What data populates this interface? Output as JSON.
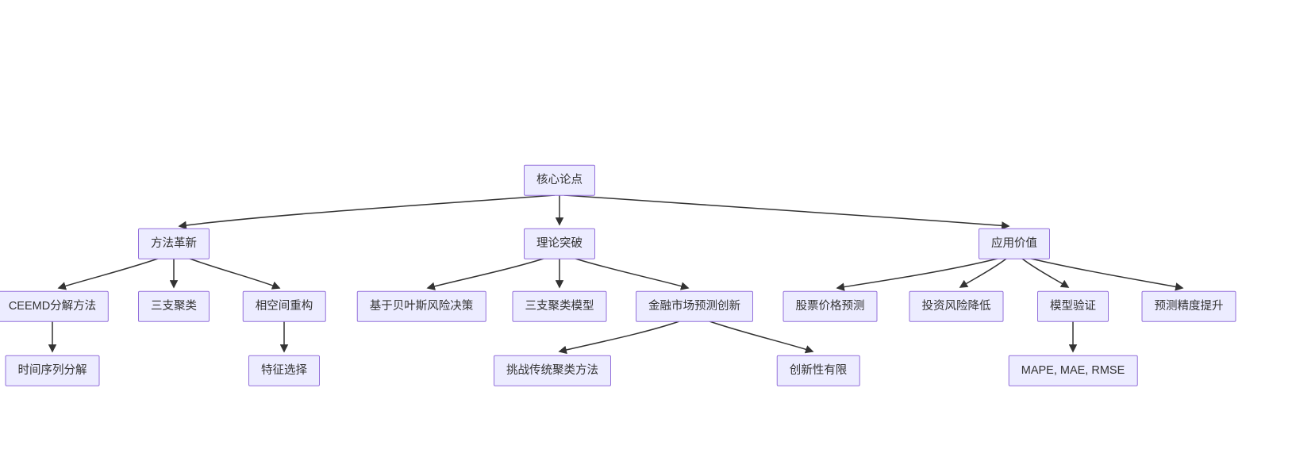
{
  "diagram": {
    "type": "flowchart",
    "direction": "top-down",
    "colors": {
      "background": "#FFFFFF",
      "node_fill": "#ECECFF",
      "node_border": "#9370DB",
      "node_text": "#333333",
      "edge": "#333333"
    },
    "nodes": [
      {
        "id": "core-thesis",
        "label": "核心论点"
      },
      {
        "id": "method-innovation",
        "label": "方法革新"
      },
      {
        "id": "theory-breakthrough",
        "label": "理论突破"
      },
      {
        "id": "application-value",
        "label": "应用价值"
      },
      {
        "id": "ceemd-decomposition",
        "label": "CEEMD分解方法"
      },
      {
        "id": "three-way-clustering",
        "label": "三支聚类"
      },
      {
        "id": "phase-space-reconstruction",
        "label": "相空间重构"
      },
      {
        "id": "bayesian-risk-decision",
        "label": "基于贝叶斯风险决策"
      },
      {
        "id": "three-way-clustering-model",
        "label": "三支聚类模型"
      },
      {
        "id": "financial-forecast-innovation",
        "label": "金融市场预测创新"
      },
      {
        "id": "stock-price-prediction",
        "label": "股票价格预测"
      },
      {
        "id": "investment-risk-reduction",
        "label": "投资风险降低"
      },
      {
        "id": "model-validation",
        "label": "模型验证"
      },
      {
        "id": "forecast-precision-improvement",
        "label": "预测精度提升"
      },
      {
        "id": "time-series-decomposition",
        "label": "时间序列分解"
      },
      {
        "id": "feature-selection",
        "label": "特征选择"
      },
      {
        "id": "challenge-traditional-clustering",
        "label": "挑战传统聚类方法"
      },
      {
        "id": "limited-novelty",
        "label": "创新性有限"
      },
      {
        "id": "evaluation-metrics",
        "label": "MAPE, MAE, RMSE"
      }
    ],
    "edges": [
      {
        "from": "core-thesis",
        "to": "method-innovation"
      },
      {
        "from": "core-thesis",
        "to": "theory-breakthrough"
      },
      {
        "from": "core-thesis",
        "to": "application-value"
      },
      {
        "from": "method-innovation",
        "to": "ceemd-decomposition"
      },
      {
        "from": "method-innovation",
        "to": "three-way-clustering"
      },
      {
        "from": "method-innovation",
        "to": "phase-space-reconstruction"
      },
      {
        "from": "ceemd-decomposition",
        "to": "time-series-decomposition"
      },
      {
        "from": "phase-space-reconstruction",
        "to": "feature-selection"
      },
      {
        "from": "theory-breakthrough",
        "to": "bayesian-risk-decision"
      },
      {
        "from": "theory-breakthrough",
        "to": "three-way-clustering-model"
      },
      {
        "from": "theory-breakthrough",
        "to": "financial-forecast-innovation"
      },
      {
        "from": "financial-forecast-innovation",
        "to": "challenge-traditional-clustering"
      },
      {
        "from": "financial-forecast-innovation",
        "to": "limited-novelty"
      },
      {
        "from": "application-value",
        "to": "stock-price-prediction"
      },
      {
        "from": "application-value",
        "to": "investment-risk-reduction"
      },
      {
        "from": "application-value",
        "to": "model-validation"
      },
      {
        "from": "application-value",
        "to": "forecast-precision-improvement"
      },
      {
        "from": "model-validation",
        "to": "evaluation-metrics"
      }
    ]
  }
}
